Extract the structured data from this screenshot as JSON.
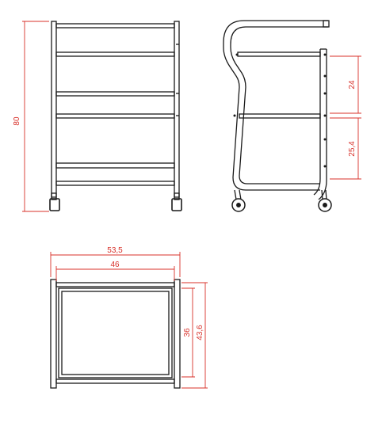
{
  "colors": {
    "frame": "#1a1a1a",
    "dimension": "#d8312a",
    "background": "#ffffff"
  },
  "dimensions": {
    "front_height": "80",
    "side_upper_gap": "24",
    "side_lower_gap": "25,4",
    "top_outer_width": "53,5",
    "top_inner_width": "46",
    "top_inner_depth": "36",
    "top_outer_depth": "43,6"
  }
}
